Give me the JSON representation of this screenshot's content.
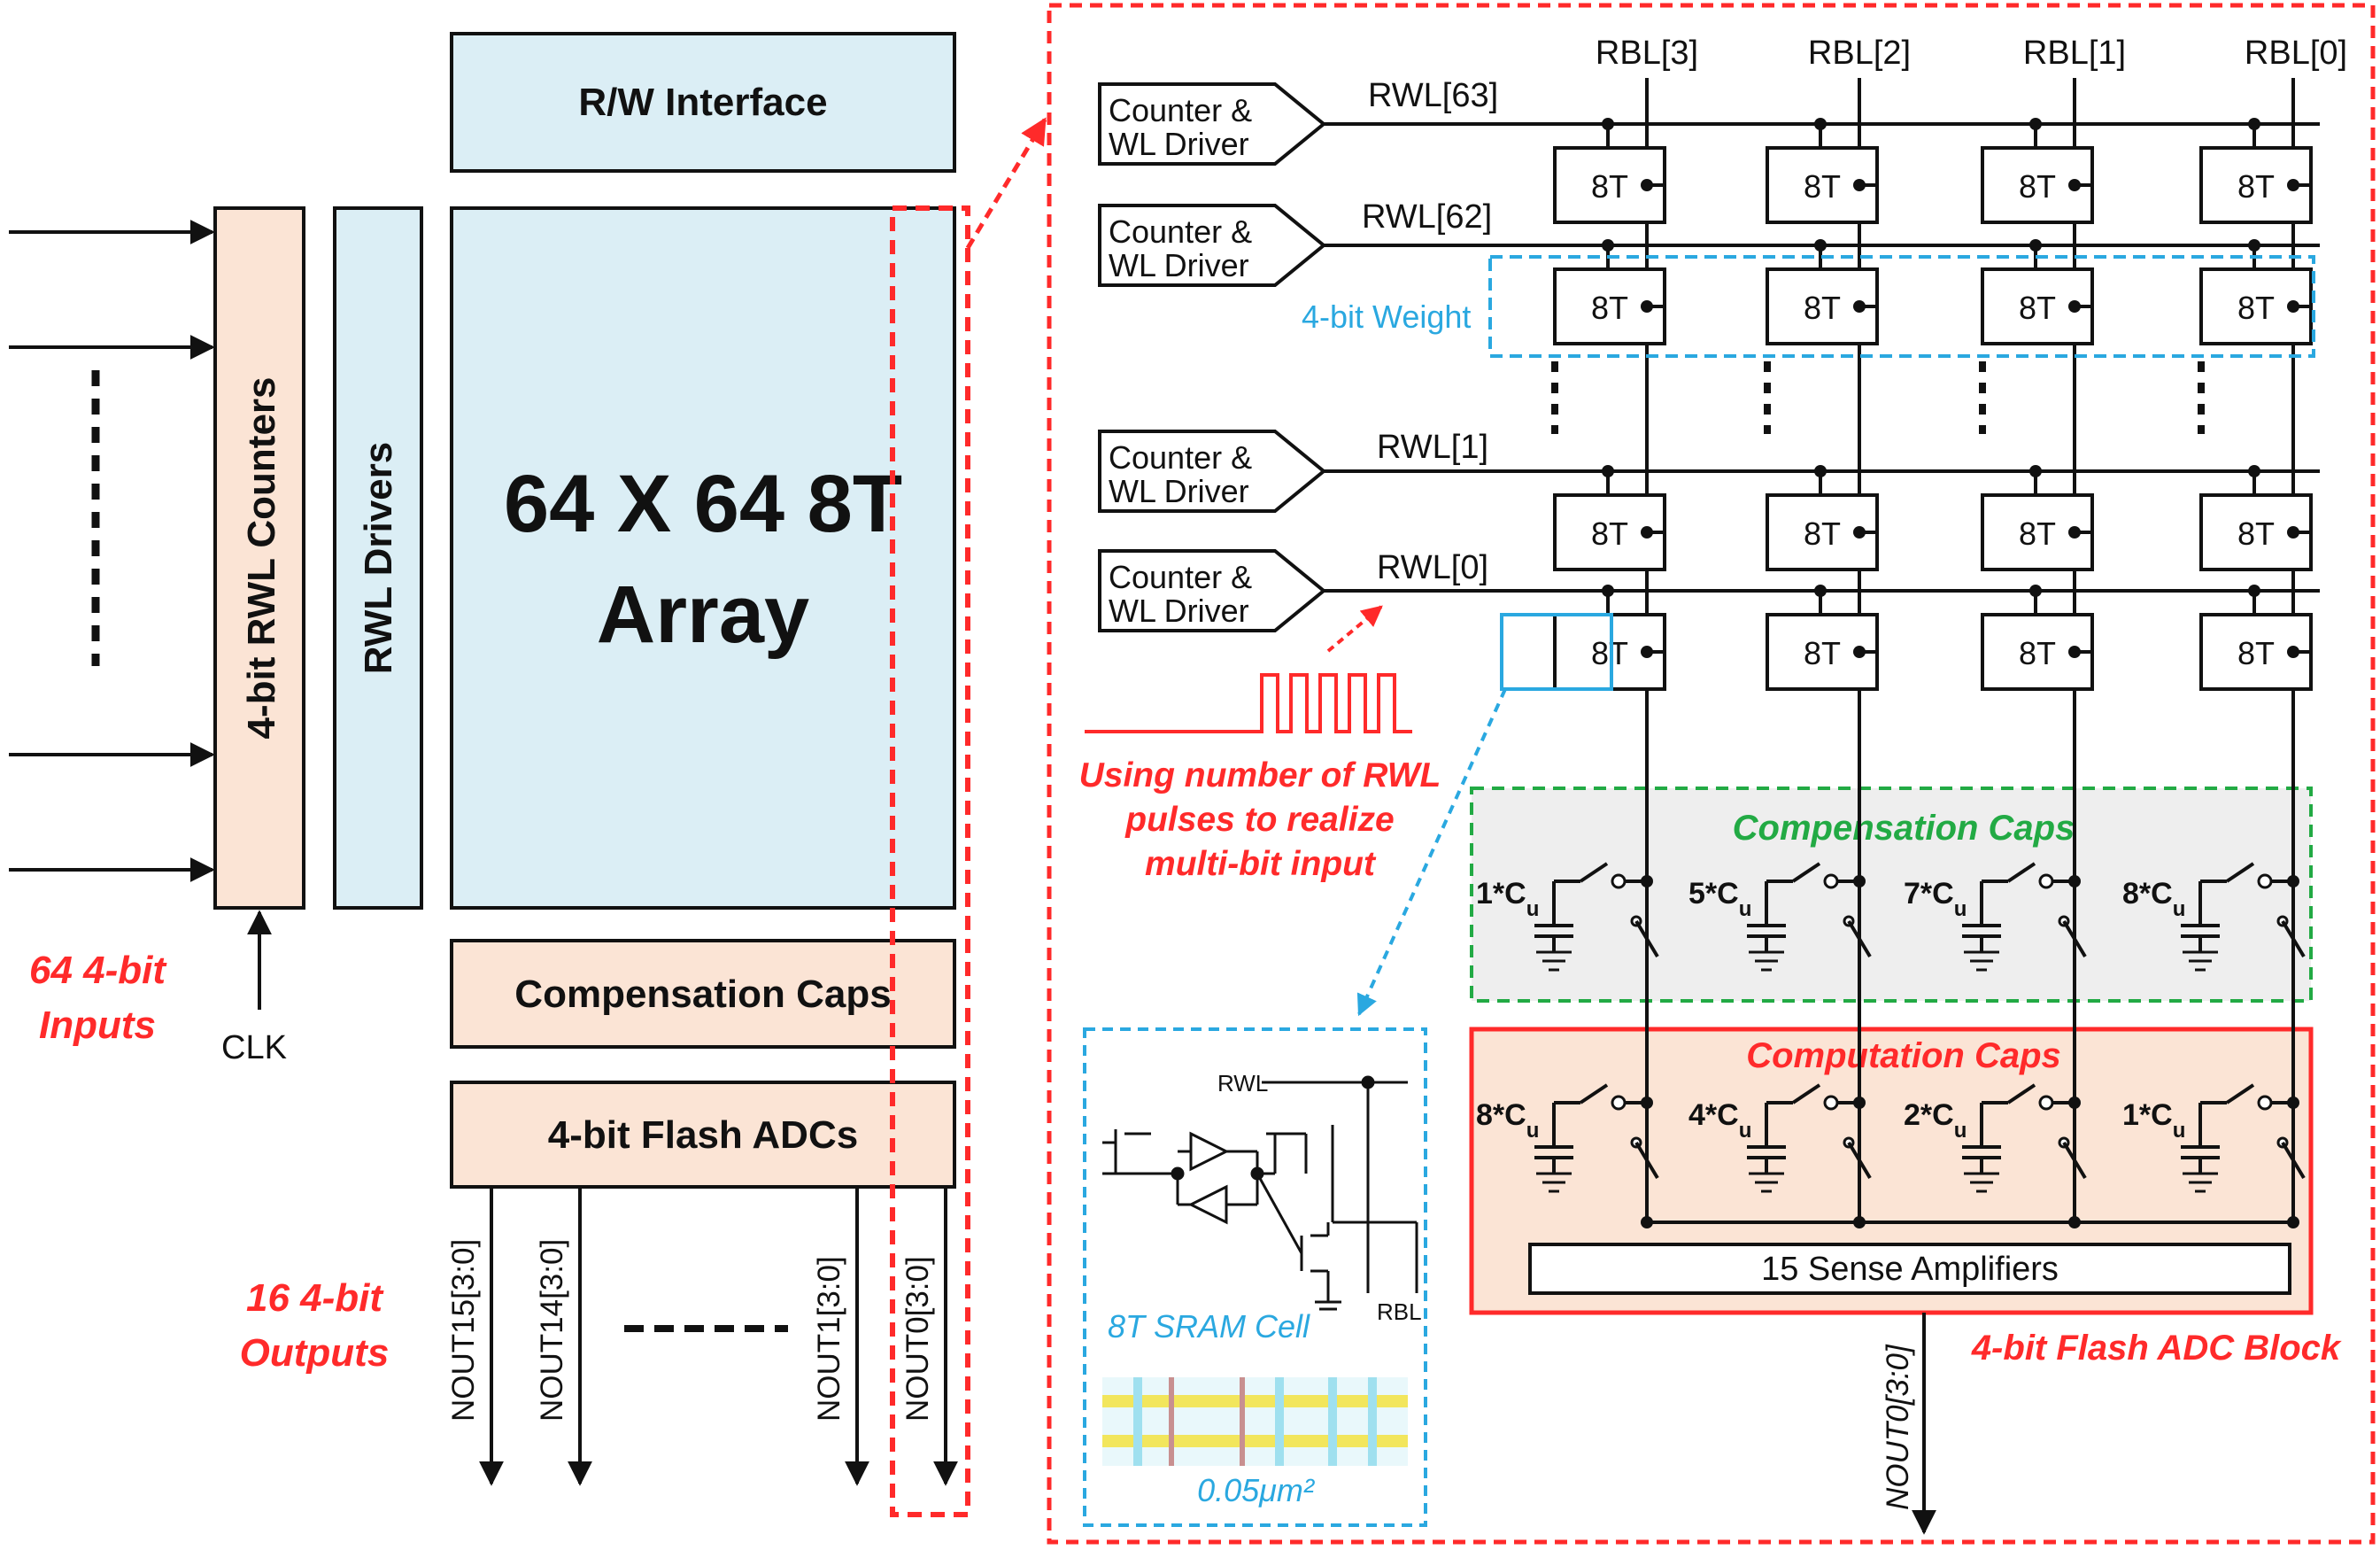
{
  "blocks": {
    "rw_interface": "R/W Interface",
    "array_line1": "64 X 64 8T",
    "array_line2": "Array",
    "rwl_counters": "4-bit RWL Counters",
    "rwl_drivers": "RWL Drivers",
    "comp_caps": "Compensation Caps",
    "flash_adcs": "4-bit Flash ADCs"
  },
  "left_labels": {
    "inputs_line1": "64 4-bit",
    "inputs_line2": "Inputs",
    "clk": "CLK",
    "outputs_line1": "16 4-bit",
    "outputs_line2": "Outputs",
    "dots": "-------"
  },
  "nout": [
    "NOUT15[3:0]",
    "NOUT14[3:0]",
    "NOUT1[3:0]",
    "NOUT0[3:0]"
  ],
  "rbl": [
    "RBL[3]",
    "RBL[2]",
    "RBL[1]",
    "RBL[0]"
  ],
  "rwl": [
    "RWL[63]",
    "RWL[62]",
    "RWL[1]",
    "RWL[0]"
  ],
  "driver_line1": "Counter &",
  "driver_line2": "WL Driver",
  "cell_label": "8T",
  "weight_label": "4-bit Weight",
  "pulse_text": [
    "Using number of RWL",
    "pulses to realize",
    "multi-bit input"
  ],
  "comp_caps_title": "Compensation Caps",
  "comp_caps": [
    "1*C",
    "5*C",
    "7*C",
    "8*C"
  ],
  "comp_caps_sub": "u",
  "computation_title": "Computation Caps",
  "computation_caps": [
    "8*C",
    "4*C",
    "2*C",
    "1*C"
  ],
  "sense_amp": "15 Sense Amplifiers",
  "flash_block": "4-bit Flash ADC Block",
  "nout0_out": "NOUT0[3:0]",
  "sram": {
    "rwl": "RWL",
    "rbl": "RBL",
    "title": "8T SRAM Cell",
    "area": "0.05μm²"
  },
  "colors": {
    "light_blue": "#dbeef5",
    "peach": "#fbe4d5",
    "red": "#ff2a2a",
    "cyan": "#2aa8e0",
    "green": "#22aa44",
    "gray_fill": "#eeeeee"
  }
}
